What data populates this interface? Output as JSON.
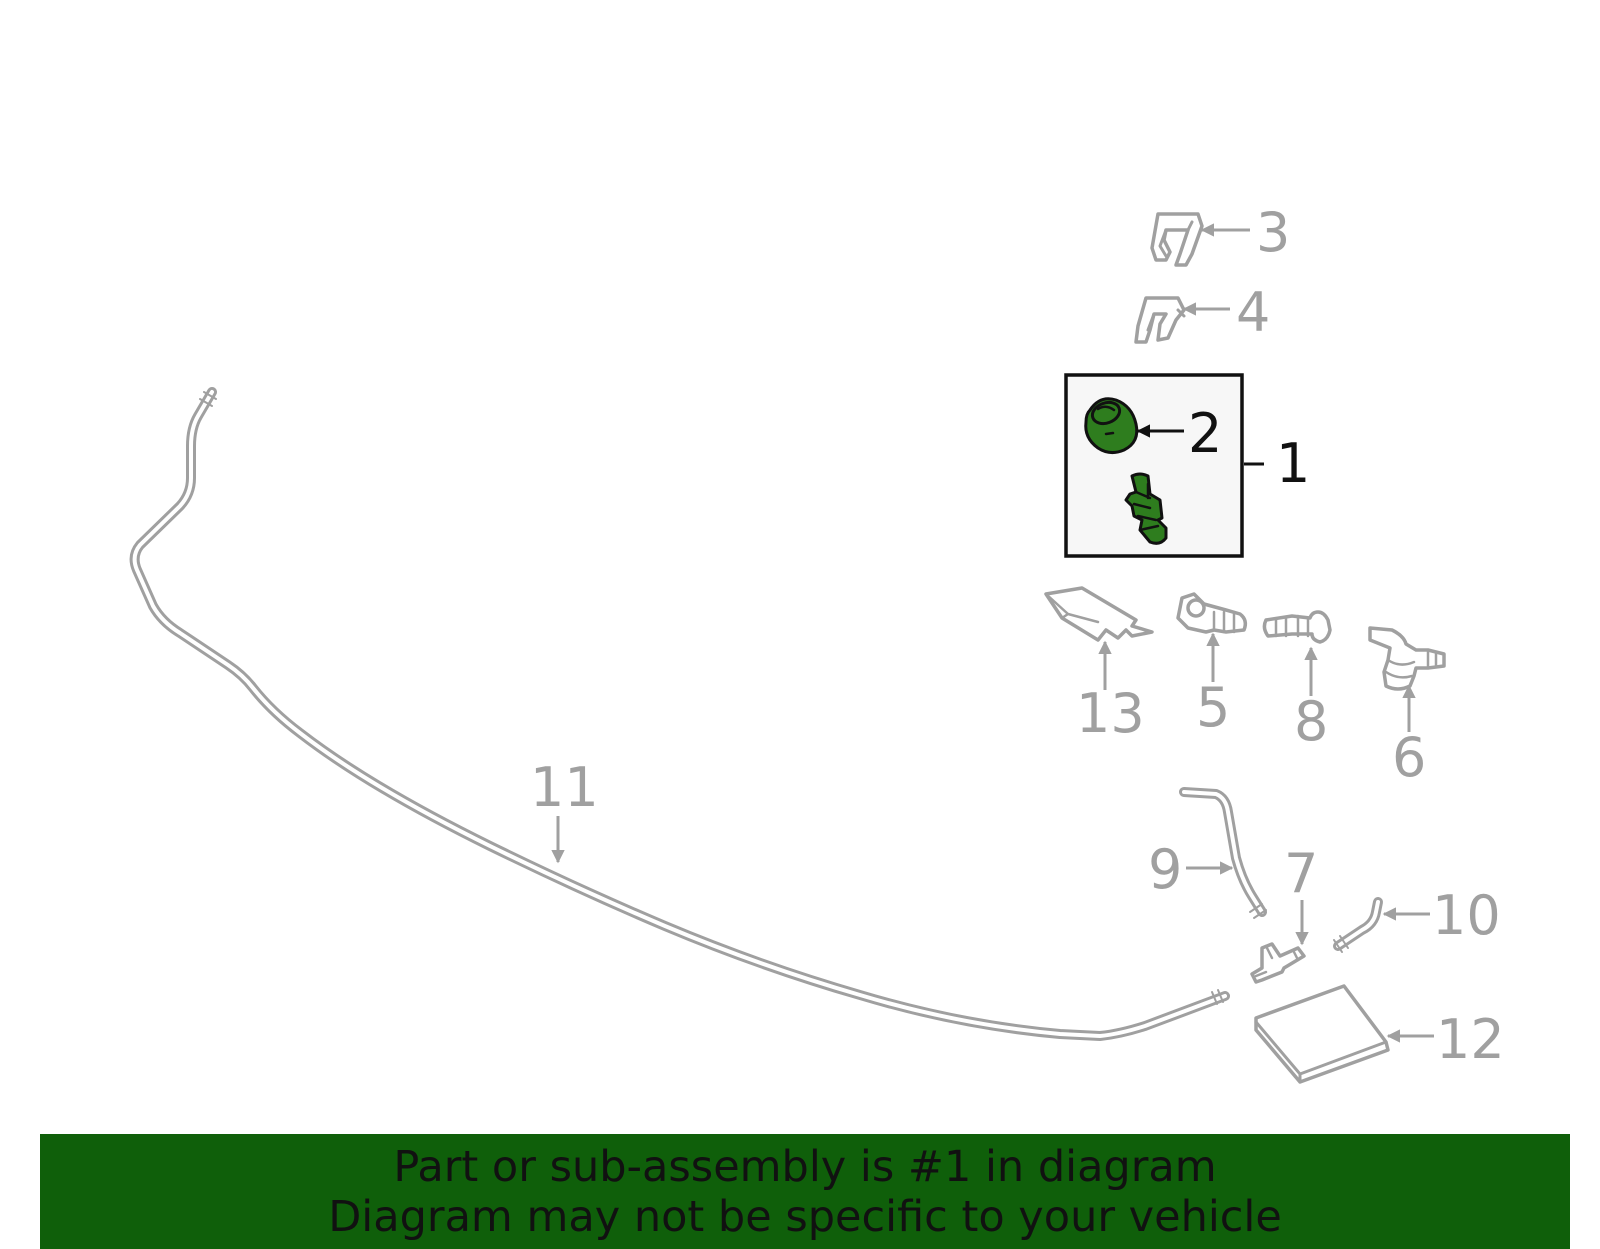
{
  "banner": {
    "line1": "Part or sub-assembly is #1 in diagram",
    "line2": "Diagram may not be specific to your vehicle"
  },
  "callouts": {
    "c1": "1",
    "c2": "2",
    "c3": "3",
    "c4": "4",
    "c5": "5",
    "c6": "6",
    "c7": "7",
    "c8": "8",
    "c9": "9",
    "c10": "10",
    "c11": "11",
    "c12": "12",
    "c13": "13"
  },
  "colors": {
    "highlight_part": "#2e7d1e",
    "banner_background": "#0f5f0a",
    "part_outline": "#a0a0a0",
    "highlight_outline": "#111111"
  }
}
